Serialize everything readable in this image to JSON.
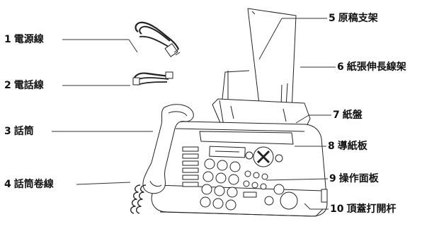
{
  "labels": [
    {
      "num": "1",
      "text": "電源線"
    },
    {
      "num": "2",
      "text": "電話線"
    },
    {
      "num": "3",
      "text": "話筒"
    },
    {
      "num": "4",
      "text": "話筒卷線"
    },
    {
      "num": "5",
      "text": "原稿支架"
    },
    {
      "num": "6",
      "text": "紙張伸長線架"
    },
    {
      "num": "7",
      "text": "紙盤"
    },
    {
      "num": "8",
      "text": "導紙板"
    },
    {
      "num": "9",
      "text": "操作面板"
    },
    {
      "num": "10",
      "text": "頂蓋打開杆"
    }
  ]
}
